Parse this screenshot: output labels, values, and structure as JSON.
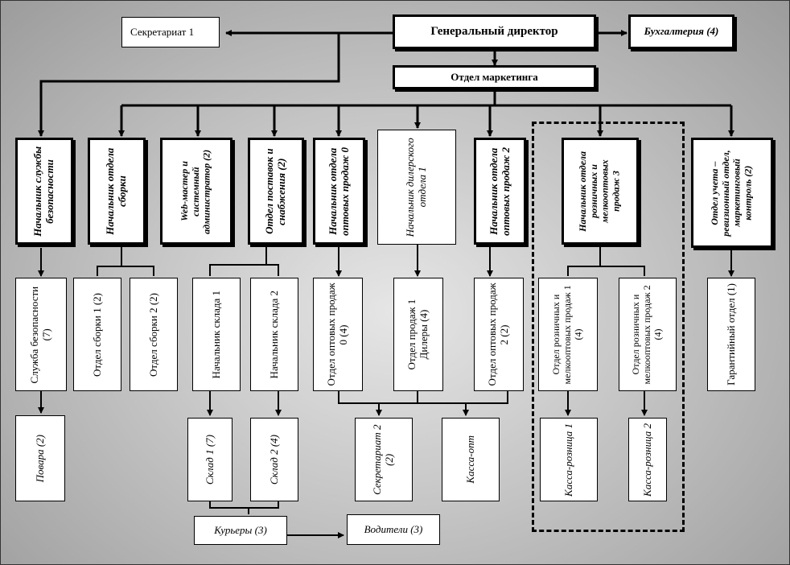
{
  "org": {
    "secretariat1": "Секретариат 1",
    "general_director": "Генеральный директор",
    "accounting": "Бухгалтерия (4)",
    "marketing": "Отдел маркетинга",
    "level3": [
      "Начальник службы безопасности",
      "Начальник отдела сборки",
      "Web-мастер и системный администратор (2)",
      "Отдел поставок и снабжения (2)",
      "Начальник отдела оптовых продаж 0",
      "Начальник дилерского отдела 1",
      "Начальник отдела оптовых продаж 2",
      "Начальник отдела розничных и мелкооптовых продаж 3",
      "Отдел учета – ревизионный отдел, маркетинговый контроль (2)"
    ],
    "level4": [
      "Служба безопасности (7)",
      "Отдел сборки 1 (2)",
      "Отдел сборки 2 (2)",
      "Начальник склада 1",
      "Начальник склада 2",
      "Отдел оптовых продаж 0 (4)",
      "Отдел продаж 1 Дилеры (4)",
      "Отдел оптовых продаж 2 (2)",
      "Отдел розничных и мелкооптовых продаж 1 (4)",
      "Отдел розничных и мелкооптовых продаж 2 (4)",
      "Гарантийный отдел (1)"
    ],
    "level5": [
      "Повара (2)",
      "Склад 1 (7)",
      "Склад 2 (4)",
      "Секретариат 2 (2)",
      "Касса-опт",
      "Касса-розница 1",
      "Касса-розница 2"
    ],
    "couriers": "Курьеры (3)",
    "drivers": "Водители (3)"
  }
}
